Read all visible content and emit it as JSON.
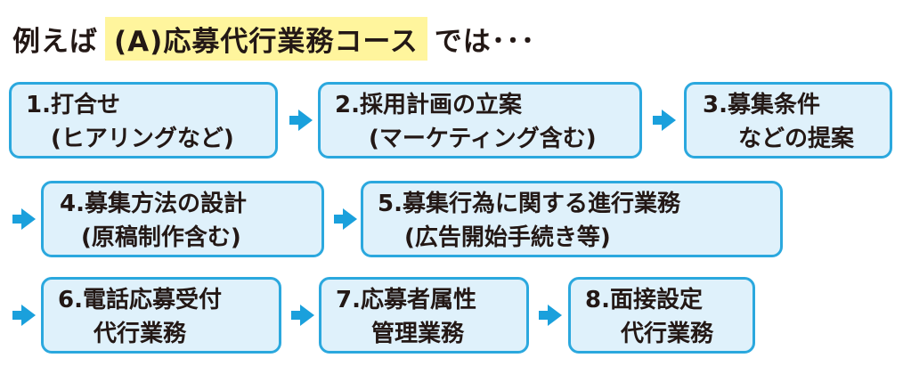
{
  "title": {
    "prefix": "例えば",
    "highlight": "(A)応募代行業務コース",
    "suffix": "では･･･"
  },
  "steps": [
    {
      "line1": "1.打合せ",
      "line2": "(ヒアリングなど)"
    },
    {
      "line1": "2.採用計画の立案",
      "line2": "(マーケティング含む)"
    },
    {
      "line1": "3.募集条件",
      "line2": "などの提案"
    },
    {
      "line1": "4.募集方法の設計",
      "line2": "(原稿制作含む)"
    },
    {
      "line1": "5.募集行為に関する進行業務",
      "line2": "(広告開始手続き等)"
    },
    {
      "line1": "6.電話応募受付",
      "line2": "代行業務"
    },
    {
      "line1": "7.応募者属性",
      "line2": "管理業務"
    },
    {
      "line1": "8.面接設定",
      "line2": "代行業務"
    }
  ],
  "colors": {
    "box_fill": "#dff1fb",
    "box_border": "#2ba8de",
    "arrow": "#1aa0dc",
    "highlight": "#fff59d",
    "text": "#231815"
  },
  "icons": {
    "arrow": "right-arrow-icon"
  }
}
